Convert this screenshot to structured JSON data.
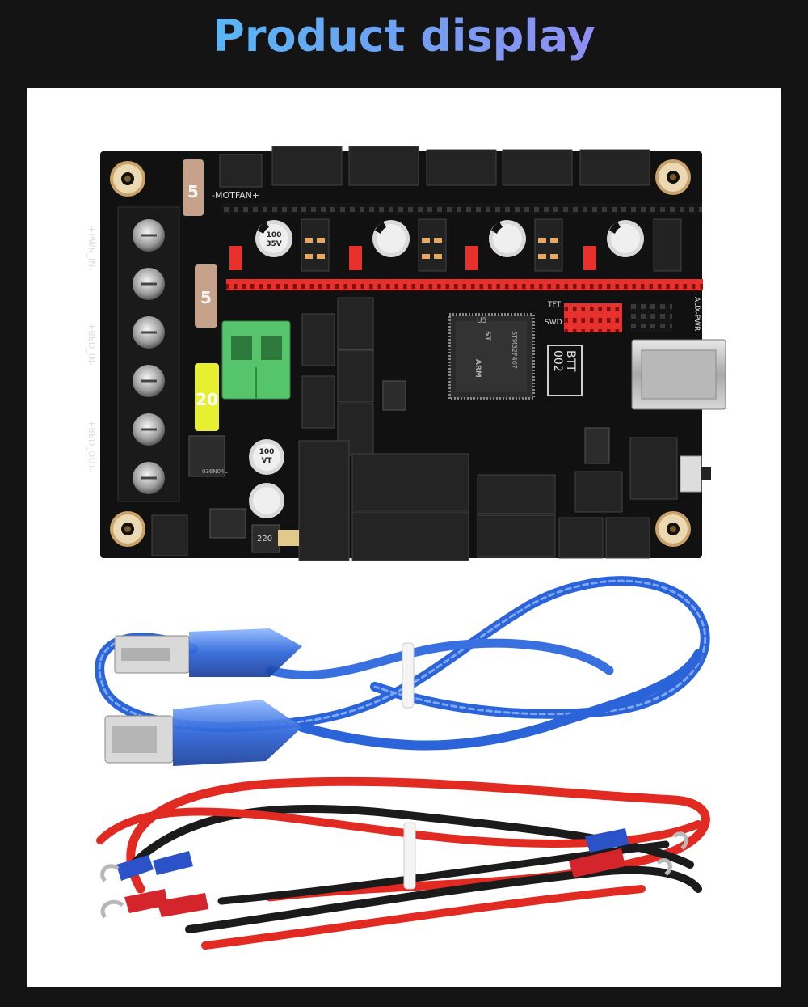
{
  "header": {
    "title": "Product display"
  },
  "board": {
    "labels": {
      "motfan": "-MOTFAN+",
      "pwr_in": "+PWR_IN-",
      "bed_in": "+BED_IN-",
      "bed_out": "+BED_OUT-",
      "aux_pwr": "AUX-PWR",
      "chip": "STM32F407",
      "arm": "ARM",
      "st": "ST",
      "btt": "BTT",
      "model": "002",
      "u5": "U5",
      "swd": "SWD",
      "tft": "TFT",
      "fuse_5a": "5",
      "fuse_5b": "5",
      "fuse_20": "20",
      "cap_value": "100",
      "cap_volt": "35V",
      "cap_code": "VT",
      "mosfet": "036N04L",
      "inductor": "220"
    }
  },
  "colors": {
    "title_from": "#3fd0f5",
    "title_to": "#b07bf0",
    "pcb": "#111111",
    "header_red": "#e8302c",
    "terminal_green": "#56c46a",
    "fuse_yellow": "#e6ef30",
    "fuse_beige": "#c7a28a",
    "usb_cable": "#2b63d8",
    "wire_red": "#e02a22",
    "wire_black": "#1b1b1b",
    "ring_blue": "#2c52c8",
    "ring_red": "#d3252b"
  }
}
